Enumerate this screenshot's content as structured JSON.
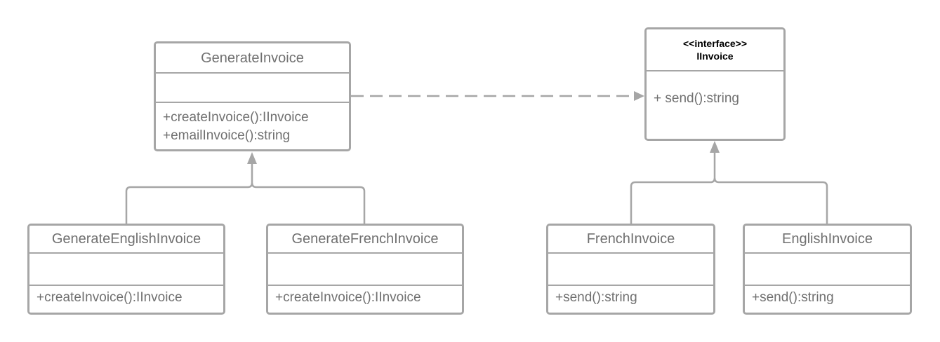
{
  "classes": {
    "generate_invoice": {
      "name": "GenerateInvoice",
      "ops": [
        "+createInvoice():IInvoice",
        "+emailInvoice():string"
      ]
    },
    "iinvoice": {
      "stereotype": "<<interface>>",
      "name": "IInvoice",
      "ops": [
        "+ send():string"
      ]
    },
    "generate_english": {
      "name": "GenerateEnglishInvoice",
      "ops": [
        "+createInvoice():IInvoice"
      ]
    },
    "generate_french": {
      "name": "GenerateFrenchInvoice",
      "ops": [
        "+createInvoice():IInvoice"
      ]
    },
    "french_invoice": {
      "name": "FrenchInvoice",
      "ops": [
        "+send():string"
      ]
    },
    "english_invoice": {
      "name": "EnglishInvoice",
      "ops": [
        "+send():string"
      ]
    }
  },
  "colors": {
    "line": "#a6a6a6",
    "text": "#707070",
    "interface_text": "#000000"
  }
}
